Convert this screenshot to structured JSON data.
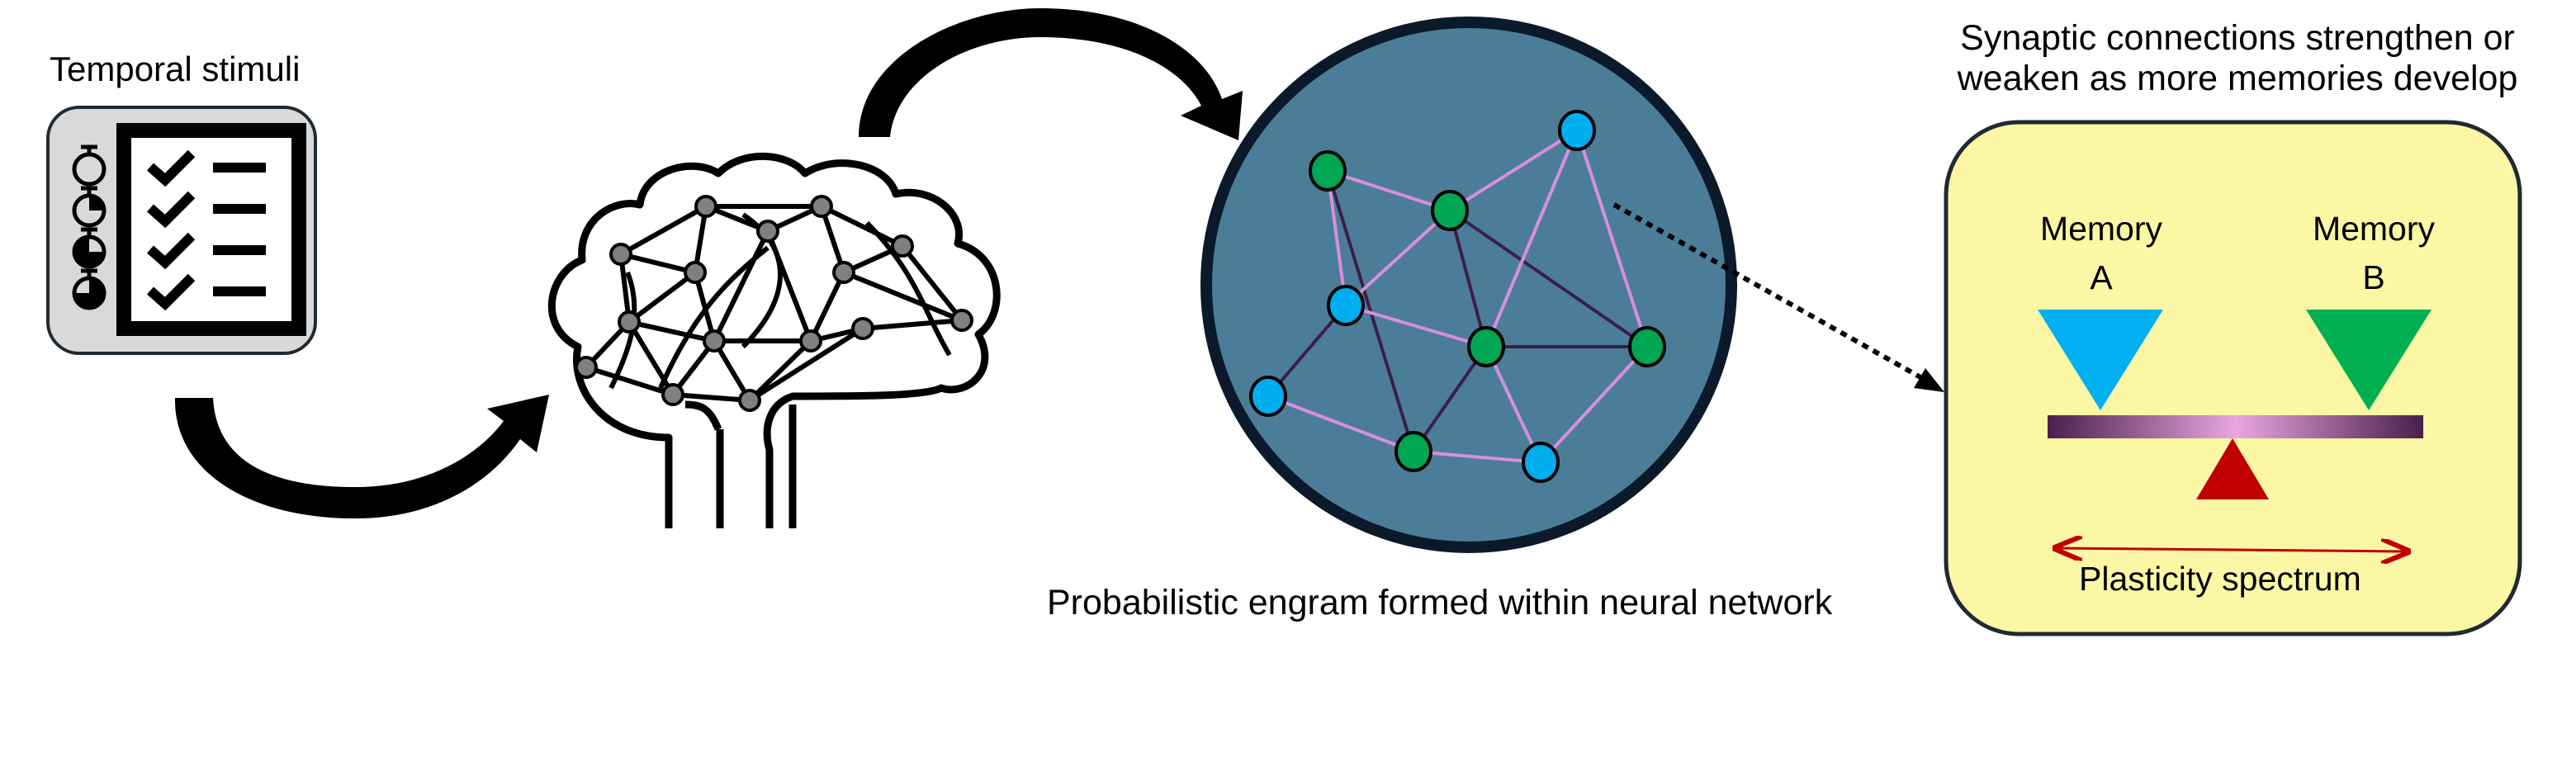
{
  "stimuli": {
    "title": "Temporal stimuli",
    "rows": 4,
    "colors": {
      "box_fill": "#d9d9d9",
      "box_stroke": "#1f2a33"
    }
  },
  "engram": {
    "caption": "Probabilistic engram formed within neural network",
    "colors": {
      "circle_fill": "#4b7d99",
      "circle_stroke": "#0a1a2a",
      "green": "#00a651",
      "blue": "#00aeef",
      "edge_pink": "#d98fd9",
      "edge_dark": "#3a1f45"
    }
  },
  "synaptic": {
    "caption_line1": "Synaptic connections strengthen or",
    "caption_line2": "weaken as more memories develop",
    "memory_a_line1": "Memory",
    "memory_a_line2": "A",
    "memory_b_line1": "Memory",
    "memory_b_line2": "B",
    "spectrum_label": "Plasticity spectrum",
    "colors": {
      "panel_fill": "#fbf7a4",
      "panel_stroke": "#1f2a33",
      "memory_a": "#00b0f0",
      "memory_b": "#00b050",
      "fulcrum": "#c00000",
      "beam_dark": "#4a1f4a",
      "beam_light": "#e8a6e0",
      "arrow": "#c00000"
    }
  }
}
